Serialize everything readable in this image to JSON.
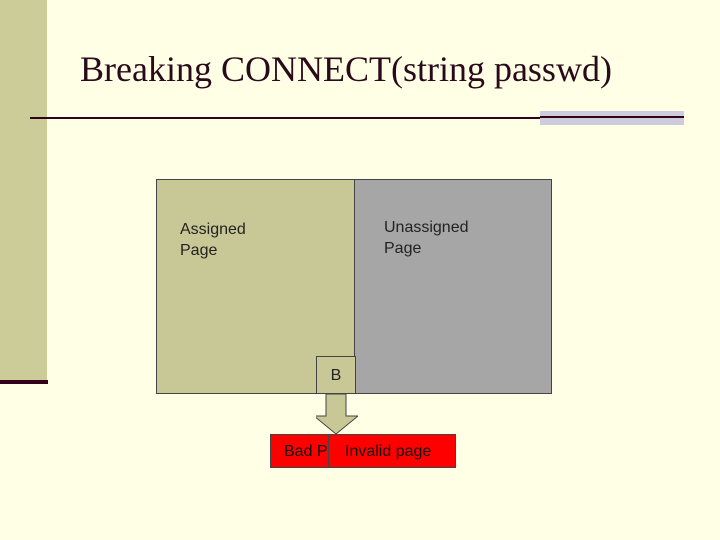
{
  "slide": {
    "title": "Breaking CONNECT(string passwd)"
  },
  "diagram": {
    "assigned_label": "Assigned\nPage",
    "unassigned_label": "Unassigned\nPage",
    "buffer_label": "B",
    "bad_label": "Bad P",
    "invalid_label": "Invalid page",
    "colors": {
      "assigned": "#c8c896",
      "unassigned": "#a6a6a6",
      "error": "#ff0000"
    }
  }
}
